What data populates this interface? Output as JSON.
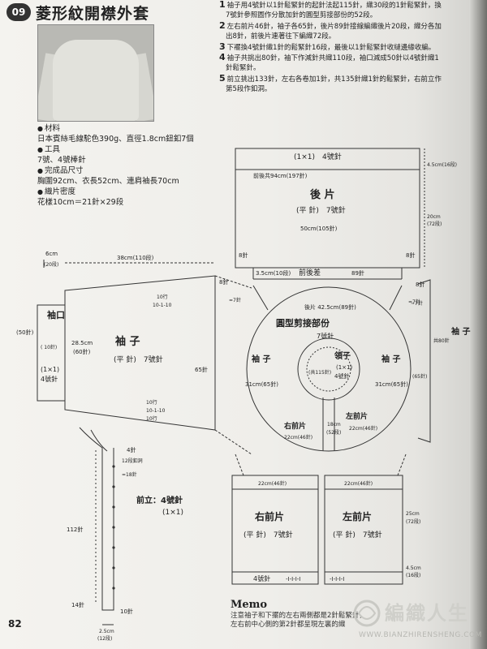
{
  "header": {
    "number": "09",
    "title": "菱形紋開襟外套"
  },
  "steps": [
    {
      "n": "1",
      "lines": [
        "袖子用4號針以1針鬆緊針的起針法起115針，織30段的1針鬆緊針，換",
        "7號針參照圖作分散加針的圓型剪接部份的52段。"
      ]
    },
    {
      "n": "2",
      "lines": [
        "左右前片46針，袖子各65針，後片89針接線編織後片20段，織分各加",
        "出8針，前後片連著往下編織72段。"
      ]
    },
    {
      "n": "3",
      "lines": [
        "下襬換4號針織1針的鬆緊針16段，最後以1針鬆緊針收縫邊緣收編。"
      ]
    },
    {
      "n": "4",
      "lines": [
        "袖子共挑出80針，袖下作減針共織110段，袖口減成50針以4號針織1",
        "針鬆緊針。"
      ]
    },
    {
      "n": "5",
      "lines": [
        "前立挑出133針，左右各卷加1針，共135針織1針的鬆緊針，右前立作",
        "第5段作釦洞。"
      ]
    }
  ],
  "materials": {
    "label": "材料",
    "text": "日本賓絲毛線駝色390g、直徑1.8cm鈕釦7個",
    "tools_label": "工具",
    "tools": "7號、4號棒針",
    "size_label": "完成品尺寸",
    "size": "胸圍92cm、衣長52cm、連肩袖長70cm",
    "gauge_label": "織片密度",
    "gauge": "花樣10cm＝21針×29段"
  },
  "diagram": {
    "back_rib": "(1×1)　4號針",
    "back_pickup": "前後共94cm(197針)",
    "back_title": "後 片",
    "back_stitch": "(平 針)　7號針",
    "back_width": "50cm(105針)",
    "back_side": "20cm",
    "back_side2": "(72段)",
    "back_top": "4.5cm(16段)",
    "back_bottom": "3.5cm(10段)",
    "front_back_diff": "前後差",
    "st_89": "89針",
    "st_8a": "8針",
    "st_8b": "8針",
    "st_8c": "8針",
    "st_7": "=7針",
    "st_7b": "=7針",
    "sleeve_top_w": "38cm(110段)",
    "cuff_len": "6cm",
    "cuff_rows": "(20段)",
    "cuff_title": "袖口",
    "cuff_st": "(50針)",
    "cuff_rib": "(1×1)",
    "cuff_ndl": "4號針",
    "cuff_side": "( 10針)",
    "sleeve_title": "袖 子",
    "sleeve_stitch": "(平 針)　7號針",
    "sleeve_h": "28.5cm",
    "sleeve_h2": "(60針)",
    "sleeve_65": "65針",
    "dec_top1": "10行",
    "dec_top2": "10-1-10",
    "dec_bot1": "10行",
    "dec_bot2": "10-1-10",
    "dec_bot3": "10行",
    "yoke_title": "圓型剪接部份",
    "yoke_ndl": "7號針",
    "yoke_back": "後片 42.5cm(89針)",
    "yoke_sl_l": "袖 子",
    "yoke_sl_r": "袖 子",
    "yoke_sl_lw": "31cm(65針)",
    "yoke_sl_rw": "31cm(65針)",
    "collar_title": "領子",
    "collar_rib": "(1×1)",
    "collar_ndl": "4號針",
    "collar_st": "(共115針)",
    "yoke_rf": "右前片",
    "yoke_lf": "左前片",
    "yoke_rf_w": "22cm(46針)",
    "yoke_lf_w": "22cm(46針)",
    "yoke_18": "18cm",
    "yoke_52": "(52段)",
    "right_sleeve": "袖 子",
    "right_sleeve_65": "(65針)",
    "right_sleeve_side": "共80針",
    "right_sleeve_79": "~7針",
    "rf_title": "右前片",
    "rf_stitch": "(平 針)　7號針",
    "rf_w": "22cm(46針)",
    "lf_title": "左前片",
    "lf_stitch": "(平 針)　7號針",
    "lf_w": "22cm(46針)",
    "front_h": "25cm",
    "front_rows": "(72段)",
    "front_rib": "4.5cm",
    "front_rib_rows": "(16段)",
    "front_ndl": "4號針",
    "rib_mark": "-I-I-I-I",
    "band_title": "前立：4號針",
    "band_rib": "(1×1)",
    "band_4": "4針",
    "band_hole": "12段釦洞",
    "band_18": "=18針",
    "band_112": "112針",
    "band_14": "14針",
    "band_10": "10針",
    "band_w": "2.5cm",
    "band_w2": "(12段)"
  },
  "memo": {
    "heading": "Memo",
    "lines": [
      "注意袖子和下擺的左右兩側都是2針鬆緊針，",
      "左右前中心側的第2針都呈現左裏的織"
    ]
  },
  "page_number": "82",
  "watermark": {
    "brand": "編織人生",
    "url": "WWW.BIANZHIRENSHENG.COM"
  }
}
